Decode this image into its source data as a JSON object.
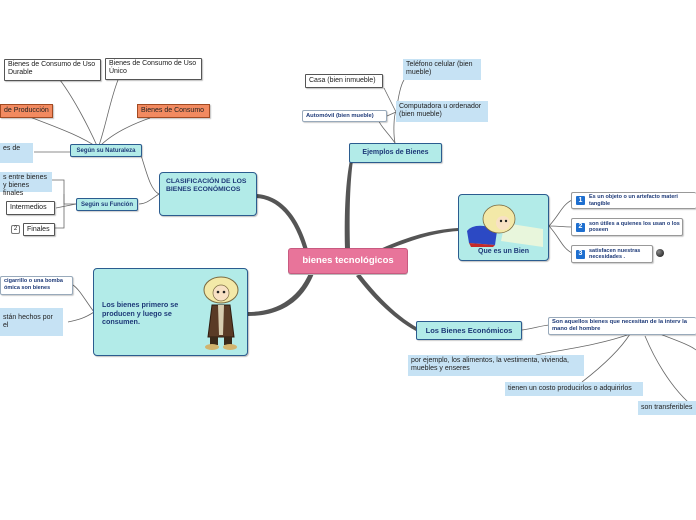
{
  "root": {
    "label": "bienes tecnológicos"
  },
  "clasificacion": {
    "title": "CLASIFICACIÓN DE LOS BIENES ECONÓMICOS",
    "naturaleza": {
      "label": "Según su Naturaleza",
      "items": [
        "Bienes de Consumo de Uso Durable",
        "Bienes de Consumo de Uso Único"
      ],
      "produccion": "de Producción",
      "consumo": "Bienes de Consumo",
      "cut_text": "es de"
    },
    "funcion": {
      "label": "Según su Función",
      "cut_text_lines": [
        "s entre bienes",
        "y bienes finales"
      ],
      "intermedios": "Intermedios",
      "finales": "Finales",
      "finales_badge": "2"
    }
  },
  "primero": {
    "title": "Los bienes primero se producen y luego se consumen.",
    "note1": "cigarrillo o una bomba ómica son bienes",
    "note2": "stán hechos por el"
  },
  "ejemplos": {
    "label": "Ejemplos de Bienes",
    "casa": "Casa (bien inmueble)",
    "automovil": "Automóvil (bien mueble)",
    "telefono": "Teléfono celular (bien mueble)",
    "computadora": "Computadora u ordenador (bien mueble)"
  },
  "que_es": {
    "label": "Que es un Bien",
    "items": [
      {
        "num": "1",
        "text": "Es un objeto o un artefacto materi tangible"
      },
      {
        "num": "2",
        "text": "son útiles a quienes los usan o los poseen"
      },
      {
        "num": "3",
        "text": "satisfacen nuestras necesidades ."
      }
    ]
  },
  "economicos": {
    "label": "Los Bienes Económicos",
    "desc": "Son aquellos bienes que necesitan de la interv la mano del hombre",
    "ejemplo": "por ejemplo, los alimentos, la vestimenta, vivienda, muebles y enseres",
    "costo": "tienen un costo producirlos o adquirirlos",
    "transferibles": "son transferibles"
  },
  "colors": {
    "root": "#e8749a",
    "main_fill": "#b2ebe8",
    "main_border": "#2b5c8f",
    "orange": "#f28a60",
    "light_blue": "#c6e2f4",
    "link": "#4a4a4a"
  }
}
